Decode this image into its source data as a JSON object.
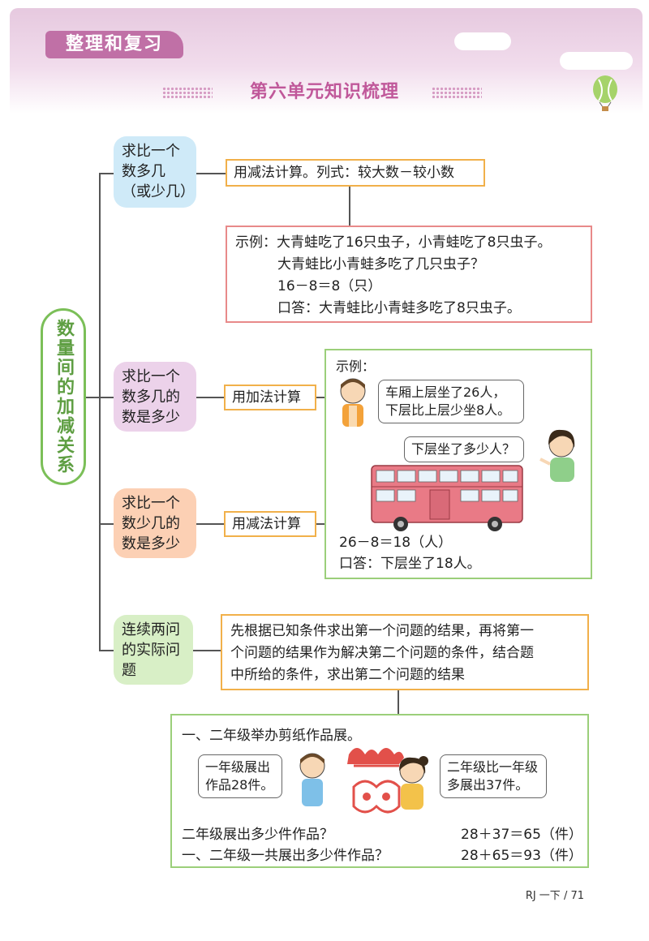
{
  "header": {
    "section_tag": "整理和复习",
    "unit_title": "第六单元知识梳理"
  },
  "main_topic": "数量间的加减关系",
  "branches": {
    "b1": {
      "label": "求比一个数多几（或少几）",
      "lines": [
        "求比一个",
        "数多几",
        "（或少几）"
      ],
      "method": "用减法计算。列式：较大数－较小数",
      "example": [
        "示例：大青蛙吃了16只虫子，小青蛙吃了8只虫子。",
        "大青蛙比小青蛙多吃了几只虫子？",
        "16－8＝8（只）",
        "口答：大青蛙比小青蛙多吃了8只虫子。"
      ]
    },
    "b2": {
      "lines": [
        "求比一个",
        "数多几的",
        "数是多少"
      ],
      "method": "用加法计算"
    },
    "b3": {
      "lines": [
        "求比一个",
        "数少几的",
        "数是多少"
      ],
      "method": "用减法计算"
    },
    "bus_example": {
      "label": "示例：",
      "boy_bubble": [
        "车厢上层坐了26人，",
        "下层比上层少坐8人。"
      ],
      "girl_bubble": "下层坐了多少人？",
      "equation": "26－8＝18（人）",
      "answer": "口答：下层坐了18人。"
    },
    "b4": {
      "lines": [
        "连续两问",
        "的实际问",
        "题"
      ],
      "method": [
        "先根据已知条件求出第一个问题的结果，再将第一",
        "个问题的结果作为解决第二个问题的条件，结合题",
        "中所给的条件，求出第二个问题的结果"
      ]
    },
    "paper_example": {
      "title": "一、二年级举办剪纸作品展。",
      "left_bubble": [
        "一年级展出",
        "作品28件。"
      ],
      "right_bubble": [
        "二年级比一年级",
        "多展出37件。"
      ],
      "q1": "二年级展出多少件作品？",
      "a1": "28＋37＝65（件）",
      "q2": "一、二年级一共展出多少件作品？",
      "a2": "28＋65＝93（件）"
    }
  },
  "footer": {
    "page_ref": "RJ 一下 / 71"
  },
  "colors": {
    "pink": "#c070a6",
    "green": "#7bbf58",
    "orange": "#f1b04a",
    "red": "#e88a8a"
  }
}
